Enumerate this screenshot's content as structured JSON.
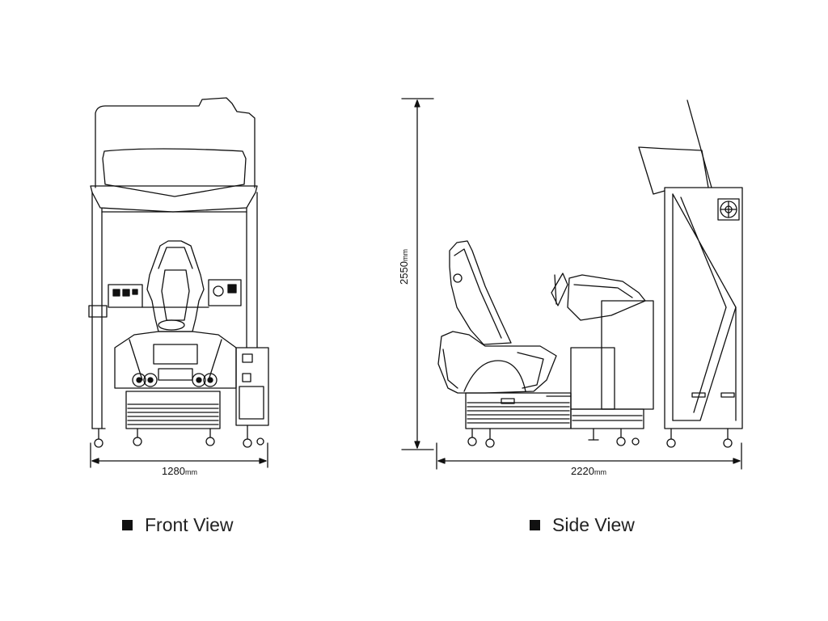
{
  "front_view": {
    "label": "Front View",
    "width_value": "1280",
    "width_unit": "mm"
  },
  "side_view": {
    "label": "Side View",
    "length_value": "2220",
    "length_unit": "mm",
    "height_value": "2550",
    "height_unit": "mm"
  },
  "colors": {
    "line": "#111111",
    "background": "#ffffff"
  }
}
